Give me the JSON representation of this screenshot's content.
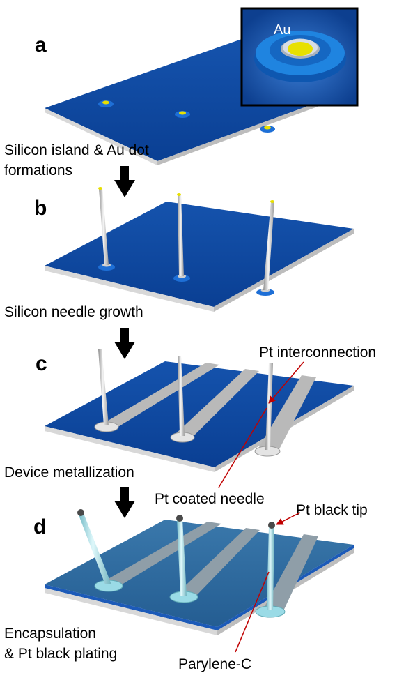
{
  "panels": [
    {
      "letter": "a",
      "step_lines": [
        "Silicon island  & Au dot",
        "formations"
      ]
    },
    {
      "letter": "b",
      "step_lines": [
        "Silicon needle growth"
      ]
    },
    {
      "letter": "c",
      "step_lines": [
        "Device metallization"
      ]
    },
    {
      "letter": "d",
      "step_lines": [
        "Encapsulation",
        "& Pt black plating"
      ]
    }
  ],
  "inset": {
    "label": "Au"
  },
  "annotations": {
    "pt_interconnection": "Pt interconnection",
    "pt_coated_needle": "Pt coated needle",
    "pt_black_tip": "Pt black tip",
    "parylene_c": "Parylene-C"
  },
  "colors": {
    "substrate_top": "#0d47a1",
    "substrate_top_encapsulated": "#2d6a9c",
    "substrate_edge": "#c9c9c9",
    "needle": "#d8d8d8",
    "needle_encapsulated": "#a8e3ec",
    "au_dot": "#e8e000",
    "pt_stripe": "#b9b9b9",
    "arrow_red": "#c00000"
  }
}
